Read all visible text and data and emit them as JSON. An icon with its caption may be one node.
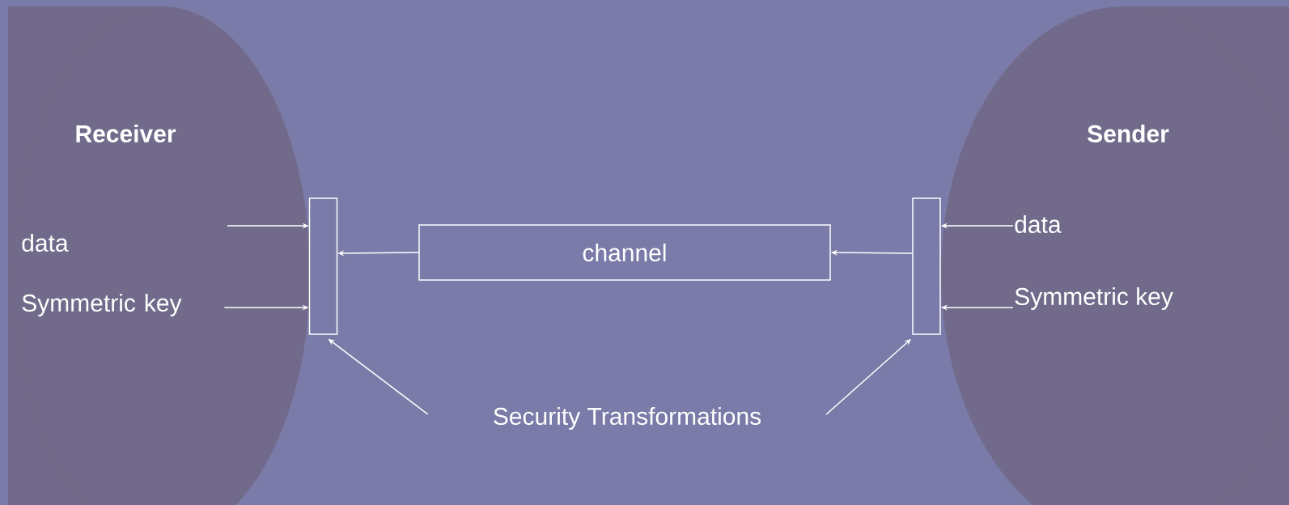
{
  "diagram": {
    "nodes": [
      {
        "text": [
          "Receiver"
        ]
      },
      {
        "text": [
          "data"
        ],
        "in": 0
      },
      {
        "text": [
          "Symmetric key"
        ],
        "in": 0
      },
      {
        "text": [],
        "shape": "box"
      },
      {
        "text": [
          "channel"
        ]
      },
      {
        "text": [],
        "shape": "box"
      },
      {
        "text": [
          "Sender"
        ]
      },
      {
        "text": [
          "data"
        ],
        "in": 6
      },
      {
        "text": [
          "Symmetric key"
        ],
        "in": 6
      },
      {
        "text": [
          "Security Transformations"
        ]
      }
    ],
    "edges": [
      {
        "from": null,
        "to": 3,
        "arrow": "to"
      },
      {
        "from": 2,
        "to": 3,
        "arrow": "to"
      },
      {
        "from": 4,
        "to": 3,
        "arrow": "to"
      },
      {
        "from": 5,
        "to": 4,
        "arrow": "to"
      },
      {
        "from": 7,
        "to": 5,
        "arrow": "to"
      },
      {
        "from": 8,
        "to": 5,
        "arrow": "to"
      },
      {
        "from": 9,
        "to": 3,
        "arrow": "to"
      },
      {
        "from": 9,
        "to": 5,
        "arrow": "to"
      }
    ]
  }
}
